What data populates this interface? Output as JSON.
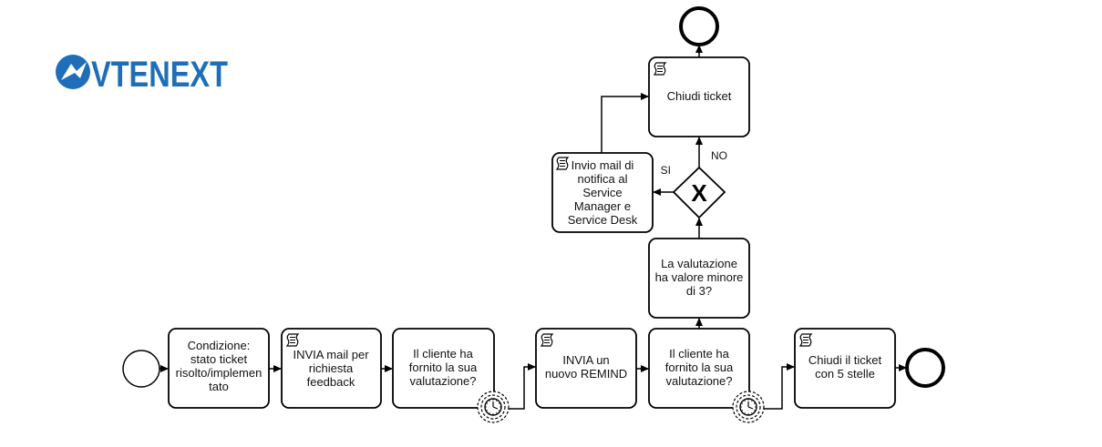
{
  "logo": {
    "text": "VTENEXT",
    "color": "#1f6fb8"
  },
  "tasks": {
    "condition": [
      "Condizione:",
      "stato ticket",
      "risolto/implemen",
      "tato"
    ],
    "send_feedback": [
      "INVIA mail per",
      "richiesta",
      "feedback"
    ],
    "wait1": [
      "Il cliente ha",
      "fornito la sua",
      "valutazione?"
    ],
    "remind": [
      "INVIA un",
      "nuovo REMIND"
    ],
    "wait2": [
      "Il cliente ha",
      "fornito la sua",
      "valutazione?"
    ],
    "check_rating": [
      "La valutazione",
      "ha valore minore",
      "di 3?"
    ],
    "notify": [
      "Invio mail di",
      "notifica al",
      "Service",
      "Manager e",
      "Service Desk"
    ],
    "close_ticket": [
      "Chiudi ticket"
    ],
    "close_5stars": [
      "Chiudi il ticket",
      "con 5 stelle"
    ]
  },
  "gateway": {
    "yes_label": "SI",
    "no_label": "NO",
    "symbol": "X"
  },
  "icons": {
    "script": "script-icon",
    "timer": "timer-icon"
  },
  "colors": {
    "stroke": "#000000",
    "box_fill": "#ffffff"
  }
}
